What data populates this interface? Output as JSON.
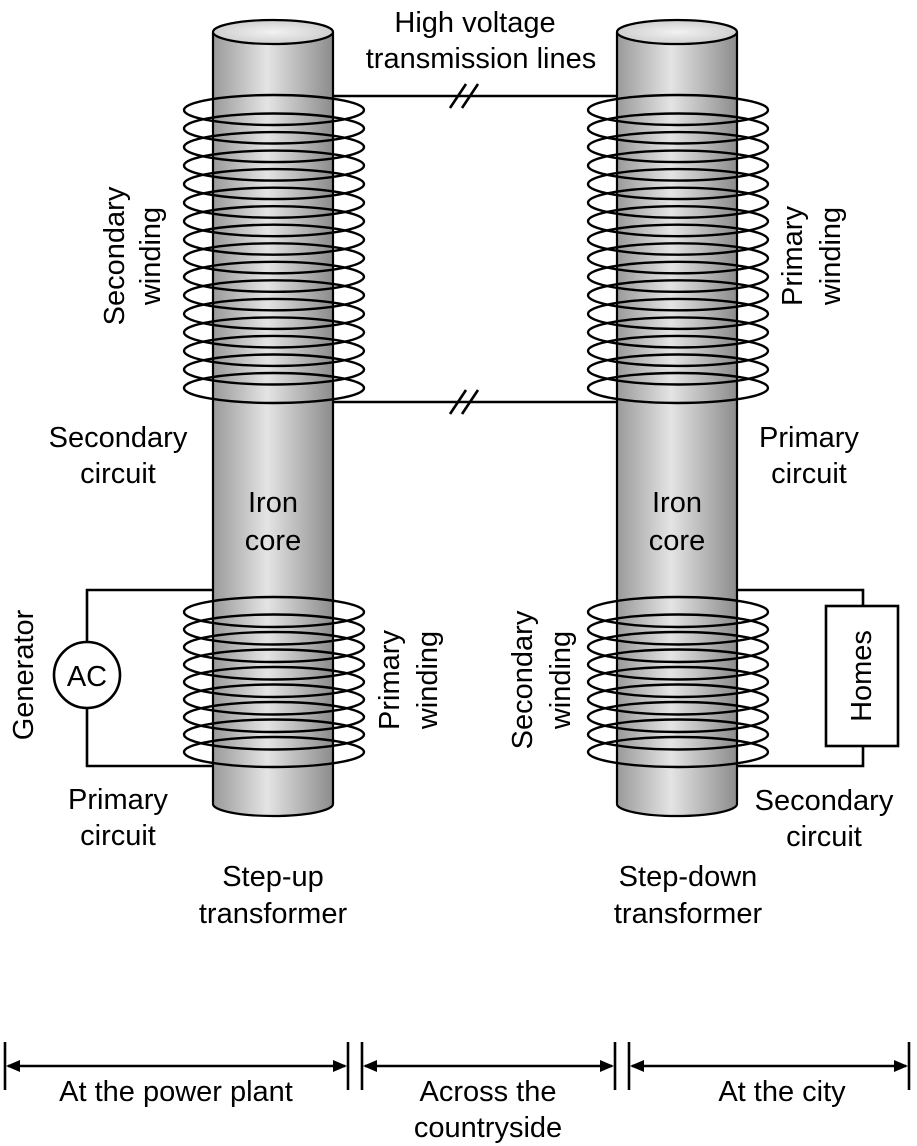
{
  "title_lines": [
    "High voltage",
    "transmission lines"
  ],
  "step_up": {
    "secondary_winding": [
      "Secondary",
      "winding"
    ],
    "secondary_circuit": [
      "Secondary",
      "circuit"
    ],
    "iron_core": [
      "Iron",
      "core"
    ],
    "primary_winding": [
      "Primary",
      "winding"
    ],
    "primary_circuit": [
      "Primary",
      "circuit"
    ],
    "generator": "Generator",
    "ac": "AC",
    "caption": [
      "Step-up",
      "transformer"
    ]
  },
  "step_down": {
    "primary_winding": [
      "Primary",
      "winding"
    ],
    "primary_circuit": [
      "Primary",
      "circuit"
    ],
    "iron_core": [
      "Iron",
      "core"
    ],
    "secondary_winding": [
      "Secondary",
      "winding"
    ],
    "homes": "Homes",
    "secondary_circuit": [
      "Secondary",
      "circuit"
    ],
    "caption": [
      "Step-down",
      "transformer"
    ]
  },
  "regions": {
    "plant": "At the power plant",
    "countryside": [
      "Across the",
      "countryside"
    ],
    "city": "At the city"
  },
  "colors": {
    "core_light": "#e6e6e6",
    "core_dark": "#8a8a8a",
    "ink": "#000000"
  }
}
